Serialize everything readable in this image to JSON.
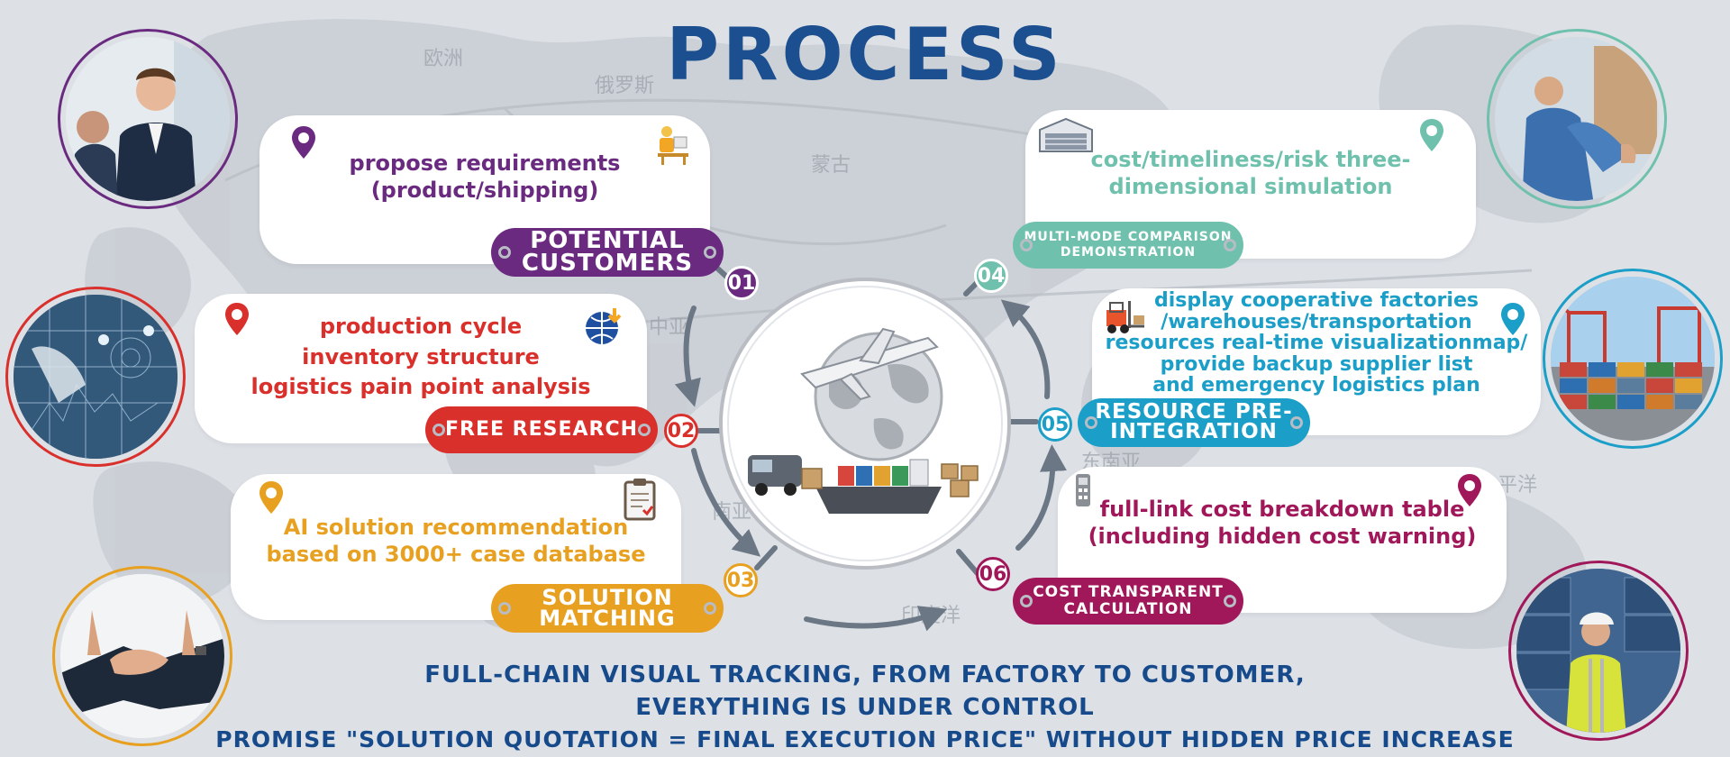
{
  "title": "PROCESS",
  "colors": {
    "title": "#1c4f8f",
    "step1": "#6a2a80",
    "step2": "#d9302c",
    "step3": "#e8a021",
    "step4": "#6fc1ad",
    "step5": "#1b9ec7",
    "step6": "#a0185a",
    "footer": "#174a8b",
    "background": "#dde1e6"
  },
  "steps": [
    {
      "number": "01",
      "label": [
        "POTENTIAL",
        "CUSTOMERS"
      ],
      "text": [
        "propose requirements",
        "(product/shipping)"
      ],
      "icon": "office-worker-icon"
    },
    {
      "number": "02",
      "label": [
        "FREE RESEARCH"
      ],
      "text": [
        "production cycle",
        "inventory structure",
        "logistics pain point analysis"
      ],
      "icon": "globe-download-icon"
    },
    {
      "number": "03",
      "label": [
        "SOLUTION",
        "MATCHING"
      ],
      "text": [
        "AI solution recommendation",
        "based on 3000+ case database"
      ],
      "icon": "clipboard-icon"
    },
    {
      "number": "04",
      "label": [
        "MULTI-MODE COMPARISON",
        "DEMONSTRATION"
      ],
      "text": [
        "cost/timeliness/risk three-",
        "dimensional simulation"
      ],
      "icon": "warehouse-icon"
    },
    {
      "number": "05",
      "label": [
        "RESOURCE PRE-",
        "INTEGRATION"
      ],
      "text": [
        "display cooperative factories",
        "/warehouses/transportation",
        "resources real-time visualizationmap/",
        "provide backup supplier list",
        "and emergency logistics plan"
      ],
      "icon": "forklift-icon"
    },
    {
      "number": "06",
      "label": [
        "COST TRANSPARENT",
        "CALCULATION"
      ],
      "text": [
        "full-link cost breakdown table",
        "(including hidden cost warning)"
      ],
      "icon": "calculator-icon"
    }
  ],
  "map_labels": [
    "欧洲",
    "俄罗斯",
    "蒙古",
    "中亚",
    "南亚",
    "东南亚",
    "印度洋",
    "太平洋"
  ],
  "footer": {
    "line1": "FULL-CHAIN VISUAL TRACKING, FROM FACTORY TO CUSTOMER,",
    "line2": "EVERYTHING IS UNDER CONTROL",
    "line3": "PROMISE \"SOLUTION QUOTATION = FINAL EXECUTION PRICE\" WITHOUT HIDDEN PRICE INCREASE"
  },
  "photos": [
    "businessman-photo",
    "data-hand-photo",
    "handshake-photo",
    "worker-boxes-photo",
    "container-port-photo",
    "engineer-containers-photo"
  ]
}
